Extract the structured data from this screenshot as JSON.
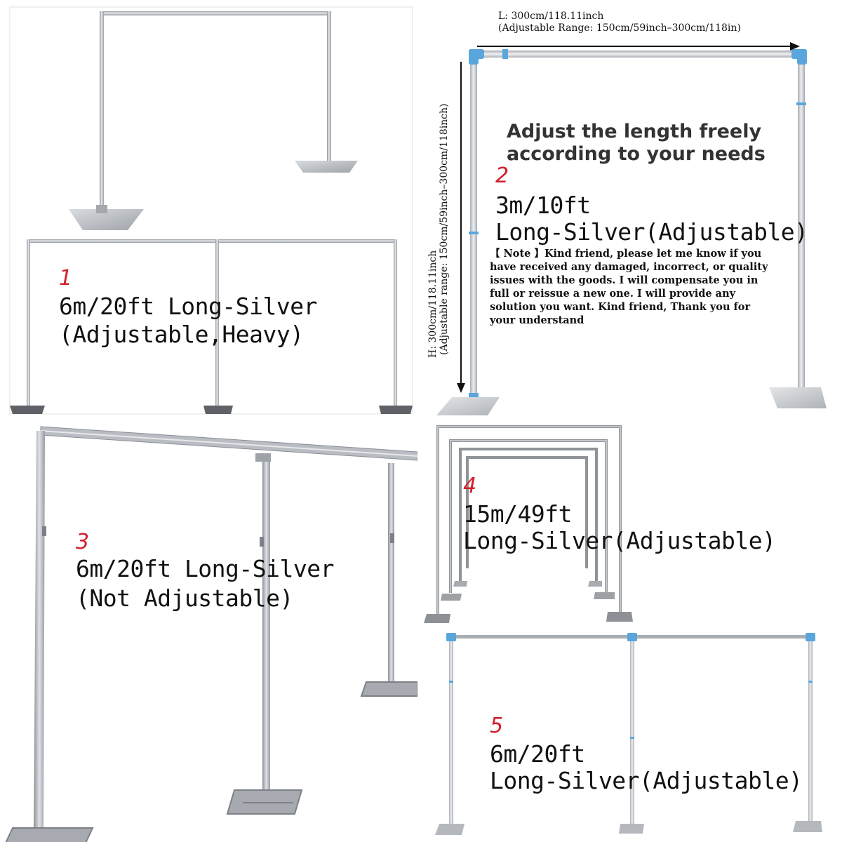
{
  "stands": [
    {
      "number": "1",
      "lines": [
        "6m/20ft Long-Silver",
        "(Adjustable,Heavy)"
      ]
    },
    {
      "number": "2",
      "lines": [
        "3m/10ft",
        "Long-Silver(Adjustable)"
      ]
    },
    {
      "number": "3",
      "lines": [
        "6m/20ft Long-Silver",
        "(Not Adjustable)"
      ]
    },
    {
      "number": "4",
      "lines": [
        "15m/49ft",
        "Long-Silver(Adjustable)"
      ]
    },
    {
      "number": "5",
      "lines": [
        "6m/20ft",
        "Long-Silver(Adjustable)"
      ]
    }
  ],
  "panel2": {
    "length_line1": "L: 300cm/118.11inch",
    "length_line2": "(Adjustable Range: 150cm/59inch–300cm/118in)",
    "height_line1": "H: 300cm/118.11inch",
    "height_line2": "(Adjustable range: 150cm/59inch–300cm/118inch)",
    "headline": [
      "Adjust the length freely",
      "according to your needs"
    ],
    "note": [
      "【 Note 】Kind friend, please let me know if you",
      "have received any damaged, incorrect, or quality",
      "issues with the goods. I will compensate you in",
      "full or reissue a new one.  I will provide any",
      "solution you want. Kind friend, Thank you for",
      "your understand"
    ]
  },
  "colors": {
    "number_red": "#d0202a",
    "pipe_silver": "#b8bcc2",
    "connector_blue": "#5aa6dc"
  }
}
